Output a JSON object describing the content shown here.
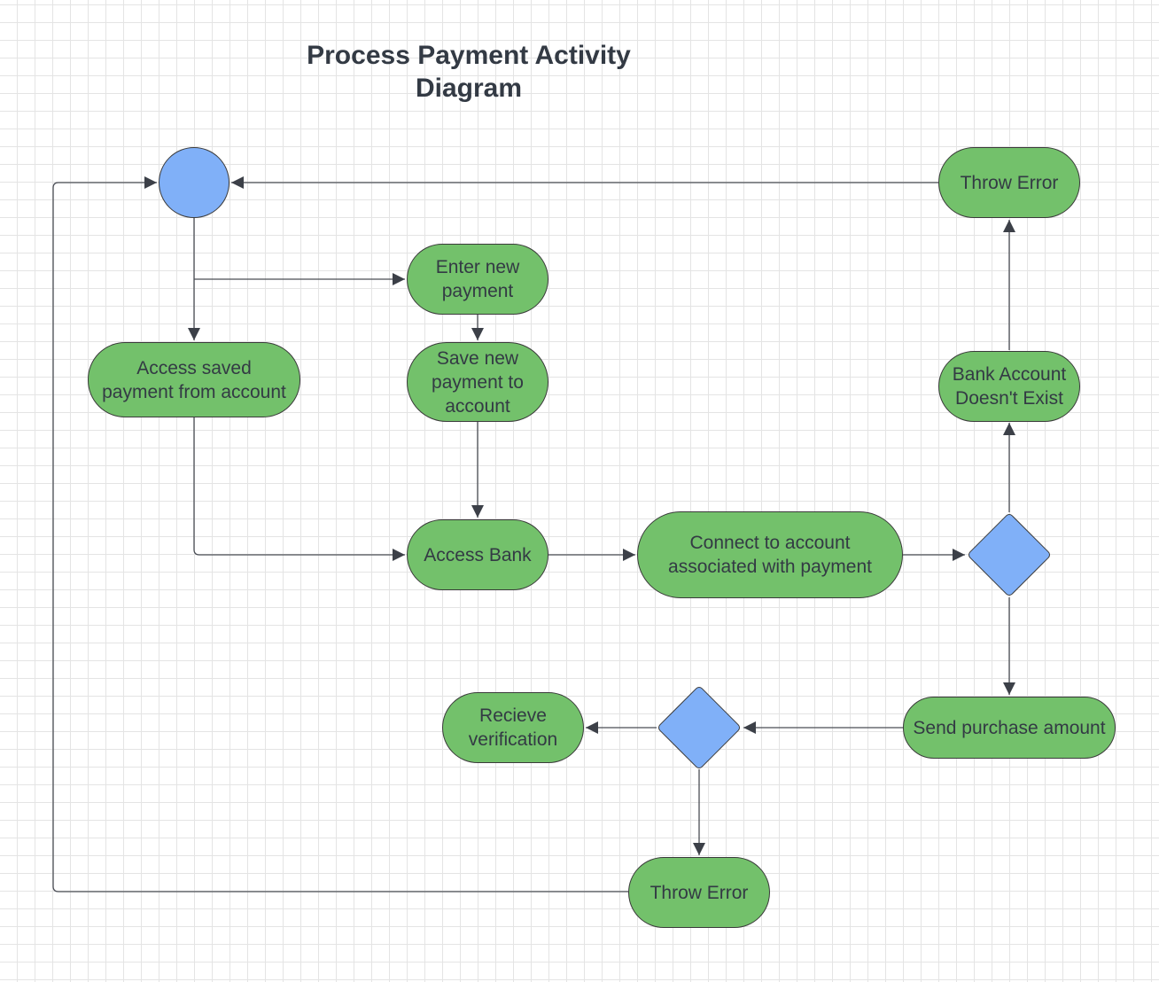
{
  "diagram": {
    "title_line1": "Process Payment Activity",
    "title_line2": "Diagram",
    "nodes": {
      "throw_error_top": "Throw Error",
      "enter_new_payment": "Enter new\npayment",
      "access_saved_payment": "Access saved\npayment from account",
      "save_new_payment": "Save new\npayment to\naccount",
      "bank_account_doesnt_exist": "Bank Account\nDoesn't Exist",
      "access_bank": "Access Bank",
      "connect_to_account": "Connect to account\nassociated with payment",
      "recieve_verification": "Recieve\nverification",
      "send_purchase_amount": "Send purchase amount",
      "throw_error_bottom": "Throw Error"
    },
    "colors": {
      "activity_fill": "#73c16b",
      "control_fill": "#80b0f8",
      "stroke": "#3a3a3a",
      "text": "#333a44"
    }
  }
}
